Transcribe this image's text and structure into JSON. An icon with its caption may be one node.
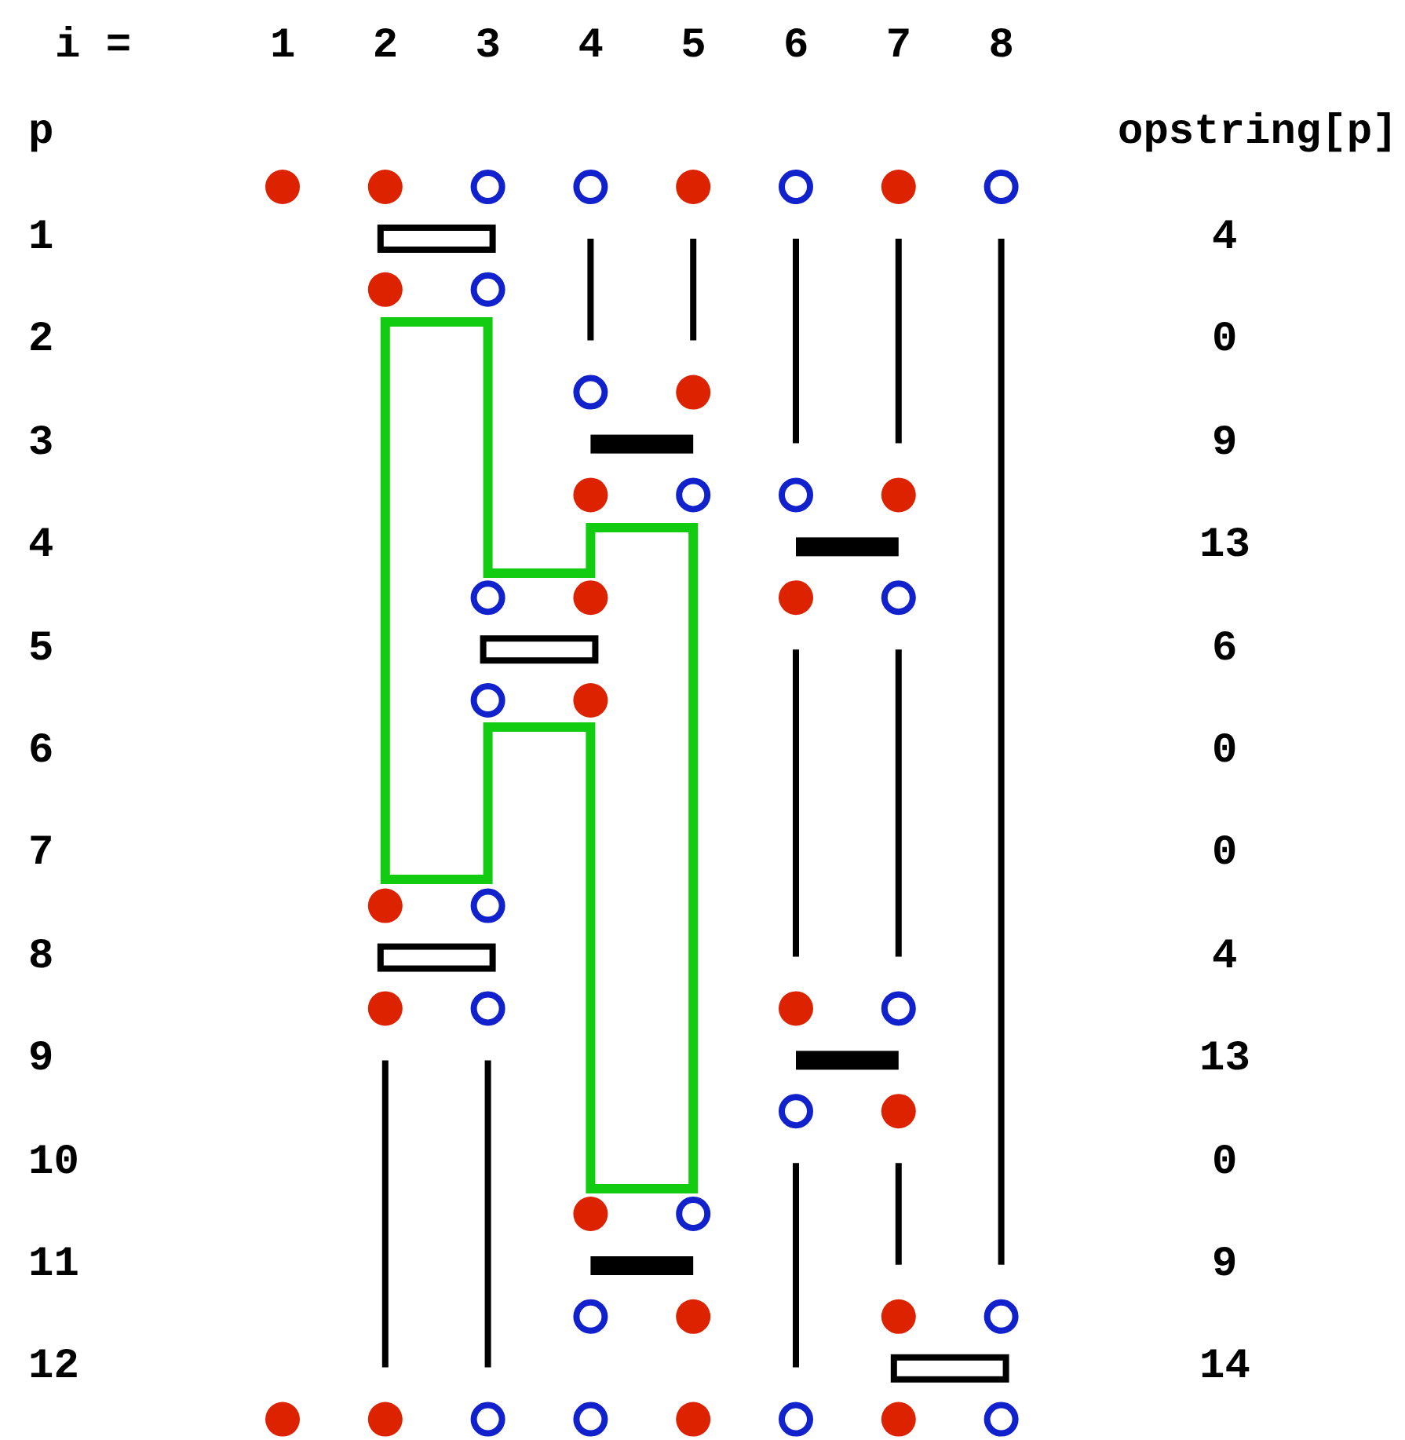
{
  "diagram": {
    "labels": [
      "i =",
      "1",
      "2",
      "3",
      "4",
      "5",
      "6",
      "7",
      "8",
      "p",
      "opstring[p]",
      "1",
      "4",
      "2",
      "0",
      "3",
      "9",
      "4",
      "13",
      "5",
      "6",
      "6",
      "0",
      "7",
      "0",
      "8",
      "4",
      "9",
      "13",
      "10",
      "0",
      "11",
      "9",
      "12",
      "14"
    ]
  }
}
